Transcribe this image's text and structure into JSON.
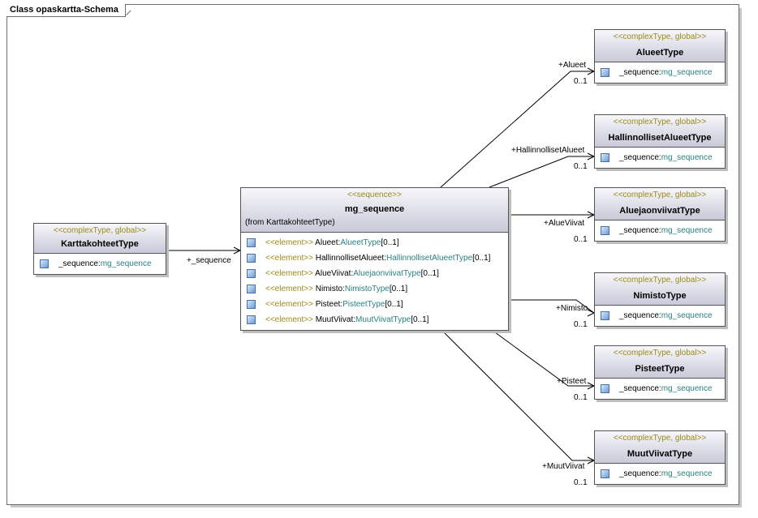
{
  "frame": {
    "title": "Class opaskartta-Schema"
  },
  "classes": {
    "karttakohteet": {
      "stereotype": "<<complexType, global>>",
      "name": "KarttakohteetType",
      "attr": {
        "name": "_sequence:",
        "type": "mg_sequence"
      }
    },
    "mg_sequence": {
      "stereotype": "<<sequence>>",
      "name": "mg_sequence",
      "from": "(from KarttakohteetType)",
      "elements": [
        {
          "kw": "<<element>>",
          "name": "Alueet:",
          "type": "AlueetType",
          "mult": "[0..1]"
        },
        {
          "kw": "<<element>>",
          "name": "HallinnollisetAlueet:",
          "type": "HallinnollisetAlueetType",
          "mult": "[0..1]"
        },
        {
          "kw": "<<element>>",
          "name": "AlueViivat:",
          "type": "AluejaonviivatType",
          "mult": "[0..1]"
        },
        {
          "kw": "<<element>>",
          "name": "Nimisto:",
          "type": "NimistoType",
          "mult": "[0..1]"
        },
        {
          "kw": "<<element>>",
          "name": "Pisteet:",
          "type": "PisteetType",
          "mult": "[0..1]"
        },
        {
          "kw": "<<element>>",
          "name": "MuutViivat:",
          "type": "MuutViivatType",
          "mult": "[0..1]"
        }
      ]
    },
    "targets": [
      {
        "stereotype": "<<complexType, global>>",
        "name": "AlueetType",
        "attr_name": "_sequence:",
        "attr_type": "mg_sequence",
        "role": "+Alueet",
        "mult": "0..1"
      },
      {
        "stereotype": "<<complexType, global>>",
        "name": "HallinnollisetAlueetType",
        "attr_name": "_sequence:",
        "attr_type": "mg_sequence",
        "role": "+HallinnollisetAlueet",
        "mult": "0..1"
      },
      {
        "stereotype": "<<complexType, global>>",
        "name": "AluejaonviivatType",
        "attr_name": "_sequence:",
        "attr_type": "mg_sequence",
        "role": "+AlueViivat",
        "mult": "0..1"
      },
      {
        "stereotype": "<<complexType, global>>",
        "name": "NimistoType",
        "attr_name": "_sequence:",
        "attr_type": "mg_sequence",
        "role": "+Nimisto",
        "mult": "0..1"
      },
      {
        "stereotype": "<<complexType, global>>",
        "name": "PisteetType",
        "attr_name": "_sequence:",
        "attr_type": "mg_sequence",
        "role": "+Pisteet",
        "mult": "0..1"
      },
      {
        "stereotype": "<<complexType, global>>",
        "name": "MuutViivatType",
        "attr_name": "_sequence:",
        "attr_type": "mg_sequence",
        "role": "+MuutViivat",
        "mult": "0..1"
      }
    ]
  },
  "connector_labels": {
    "sequence_role": "+_sequence"
  }
}
